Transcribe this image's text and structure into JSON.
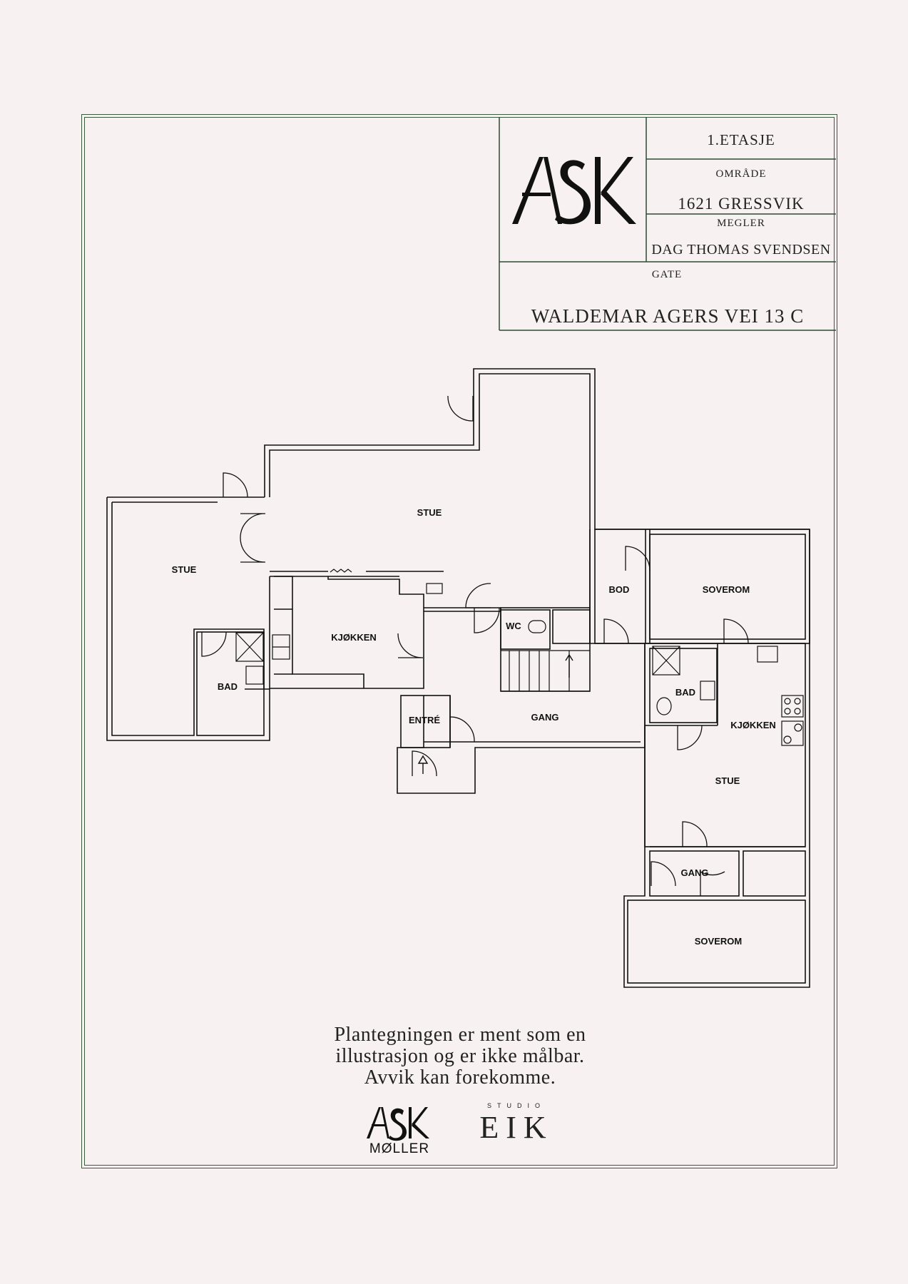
{
  "title_block": {
    "floor": "1.ETASJE",
    "area_label": "OMRÅDE",
    "area_value": "1621 GRESSVIK",
    "broker_label": "MEGLER",
    "broker_value": "DAG THOMAS SVENDSEN",
    "street_label": "GATE",
    "street_value": "WALDEMAR AGERS VEI 13 C",
    "logo": "ASK"
  },
  "rooms": {
    "stue_left": "STUE",
    "stue_center": "STUE",
    "kjokken_center": "KJØKKEN",
    "bad_left": "BAD",
    "wc": "WC",
    "entre": "ENTRÉ",
    "gang_center": "GANG",
    "bod": "BOD",
    "soverom_top": "SOVEROM",
    "bad_right": "BAD",
    "kjokken_right": "KJØKKEN",
    "stue_right": "STUE",
    "gang_right": "GANG",
    "soverom_bottom": "SOVEROM"
  },
  "disclaimer": {
    "line1": "Plantegningen er ment som en",
    "line2": "illustrasjon og er ikke målbar.",
    "line3": "Avvik kan forekomme."
  },
  "footer": {
    "logo_main": "ASK",
    "logo_sub": "MØLLER",
    "studio_small": "STUDIO",
    "studio_big": "EIK"
  },
  "colors": {
    "frame": "#3b5a3f",
    "background": "#f7f2f1",
    "ink": "#222222"
  }
}
